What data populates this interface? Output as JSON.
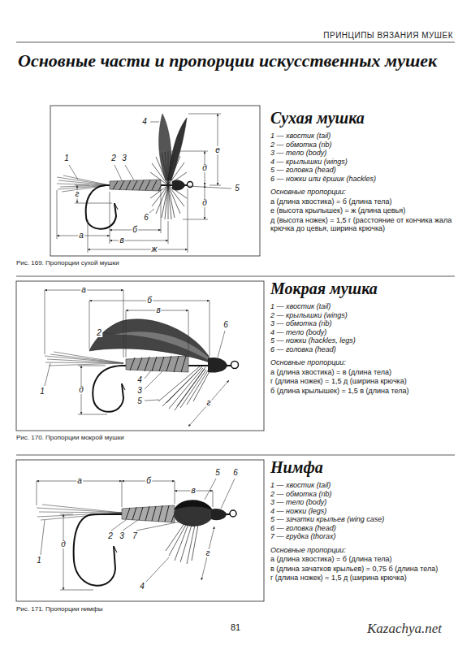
{
  "diagram": {
    "title": "Основные части и пропорции искусственных мушек",
    "labels": [
      "ПРИНЦИПЫ ВЯЗАНИЯ МУШЕК",
      "Сухая мушка",
      "1 — хвостик (tail)",
      "2 — обмотка (rib)",
      "3 — тело (body)",
      "4 — крылышки (wings)",
      "5 — головка (head)",
      "6 — ножки или ёршик (hackles)",
      "Основные пропорции:",
      "а (длина хвостика) = б (длина тела)",
      "е (высота крылышек) = ж (длина цевья)",
      "д (высота ножек) = 1,5 г (расстояние от кончика жала крючка до цевья, ширина крючка)",
      "1",
      "2",
      "3",
      "4",
      "5",
      "6",
      "а",
      "б",
      "в",
      "г",
      "д",
      "д",
      "е",
      "ж",
      "Рис. 169. Пропорции сухой мушки",
      "Мокрая мушка",
      "1 — хвостик (tail)",
      "2 — крылышки (wings)",
      "3 — обмотка (rib)",
      "4 — тело (body)",
      "5 — ножки (hackles, legs)",
      "6 — головка (head)",
      "Основные пропорции:",
      "а (длина хвостика) = в (длина тела)",
      "г (длина ножек) = 1,5 д (ширина крючка)",
      "б (длина крылышек) = 1,5 в (длина тела)",
      "1",
      "2",
      "3",
      "4",
      "5",
      "6",
      "а",
      "б",
      "в",
      "г",
      "д",
      "Рис. 170. Пропорции мокрой мушки",
      "Нимфа",
      "1 — хвостик (tail)",
      "2 — обмотка (rib)",
      "3 — тело (body)",
      "4 — ножки (legs)",
      "5 — зачатки крыльев (wing case)",
      "6 — головка (head)",
      "7 — грудка (thorax)",
      "Основные пропорции:",
      "а (длина хвостика) = б (длина тела)",
      "в (длина зачатков крыльев) = 0,75 б (длина тела)",
      "г (длина ножек) = 1,5 д (ширина крючка)",
      "1",
      "2",
      "3",
      "4",
      "5",
      "6",
      "7",
      "а",
      "б",
      "в",
      "г",
      "д",
      "Рис. 171. Пропорции нимфы",
      "81",
      "Kazachya.net"
    ]
  }
}
